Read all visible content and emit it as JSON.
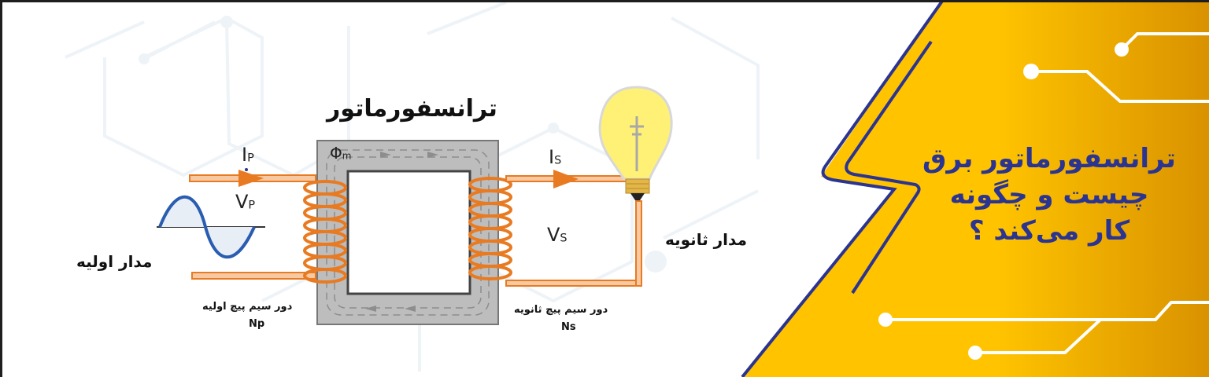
{
  "banner": {
    "title_lines": [
      "ترانسفورماتور برق",
      "چیست و چگونه",
      "کار می‌کند ؟"
    ],
    "colors": {
      "panel_gradient_start": "#ffc300",
      "panel_gradient_end": "#d99200",
      "accent_navy": "#2b3490",
      "circuit_lines": "#ffffff",
      "frame": "#1e1e1e"
    }
  },
  "diagram": {
    "heading": "ترانسفورماتور",
    "primary_current": "I",
    "primary_current_sub": "P",
    "primary_voltage": "V",
    "primary_voltage_sub": "P",
    "flux_symbol": "Φ",
    "flux_sub": "m",
    "secondary_current": "I",
    "secondary_current_sub": "S",
    "secondary_voltage": "V",
    "secondary_voltage_sub": "S",
    "primary_circuit_label": "مدار اولیه",
    "secondary_circuit_label": "مدار ثانویه",
    "primary_turns_label": "دور سیم پیچ اولیه",
    "primary_turns_symbol": "Np",
    "secondary_turns_label": "دور سیم پیچ ثانویه",
    "secondary_turns_symbol": "Ns",
    "colors": {
      "wire": "#e87b22",
      "core": "#b8b8b8",
      "sine": "#2a5db0",
      "bulb": "#fff176"
    }
  }
}
